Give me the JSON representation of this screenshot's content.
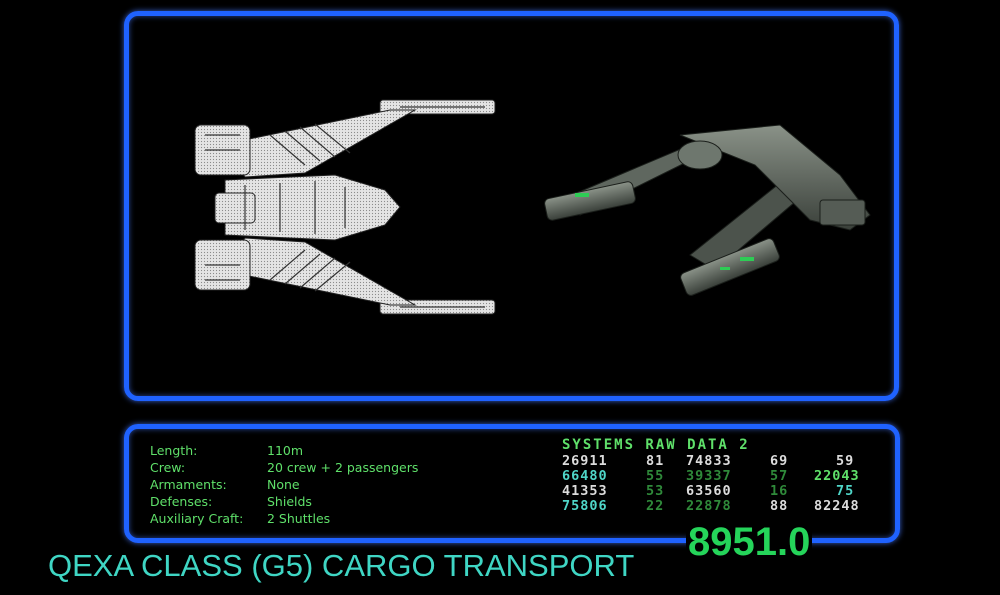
{
  "specs": [
    {
      "label": "Length:",
      "value": "110m"
    },
    {
      "label": "Crew:",
      "value": "20 crew + 2 passengers"
    },
    {
      "label": "Armaments:",
      "value": "None"
    },
    {
      "label": "Defenses:",
      "value": "Shields"
    },
    {
      "label": "Auxiliary Craft:",
      "value": "2 Shuttles"
    }
  ],
  "systems": {
    "title": "SYSTEMS RAW DATA 2",
    "rows": [
      [
        "26911",
        "81",
        "74833",
        "69",
        "59"
      ],
      [
        "66480",
        "55",
        "39337",
        "57",
        "22043"
      ],
      [
        "41353",
        "53",
        "63560",
        "16",
        "75"
      ],
      [
        "75806",
        "22",
        "22878",
        "88",
        "82248"
      ]
    ]
  },
  "ship_class": "QEXA CLASS (G5) CARGO TRANSPORT",
  "stardate": "8951.0",
  "colors": {
    "frame": "#1f62ff",
    "spec_text": "#5fe06a",
    "title_text": "#3fd6c4",
    "stardate_text": "#25d45a"
  }
}
